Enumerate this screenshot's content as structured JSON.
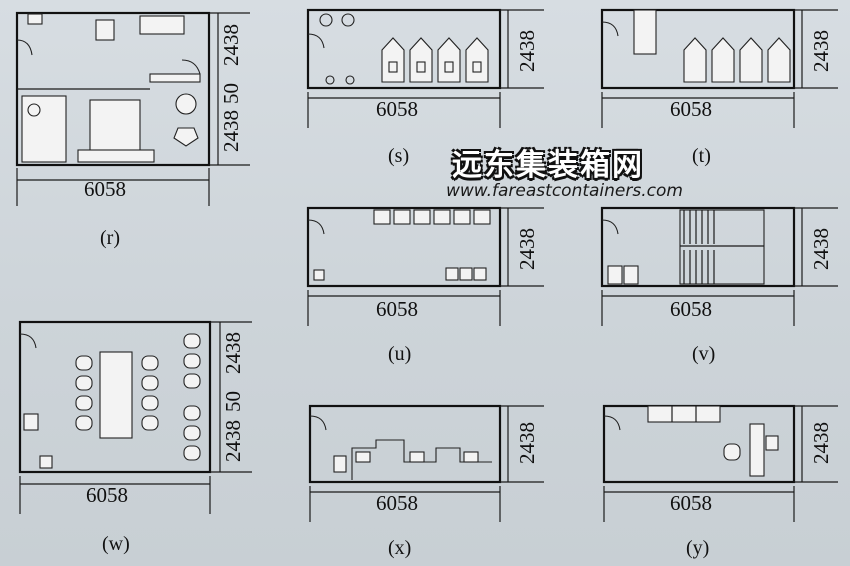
{
  "watermark": {
    "brand": "远东集装箱网",
    "url": "www.fareastcontainers.com"
  },
  "dims": {
    "length": "6058",
    "width": "2438",
    "gap": "50"
  },
  "plans": [
    {
      "id": "r",
      "caption": "(r)"
    },
    {
      "id": "s",
      "caption": "(s)"
    },
    {
      "id": "t",
      "caption": "(t)"
    },
    {
      "id": "u",
      "caption": "(u)"
    },
    {
      "id": "v",
      "caption": "(v)"
    },
    {
      "id": "w",
      "caption": "(w)"
    },
    {
      "id": "x",
      "caption": "(x)"
    },
    {
      "id": "y",
      "caption": "(y)"
    }
  ]
}
